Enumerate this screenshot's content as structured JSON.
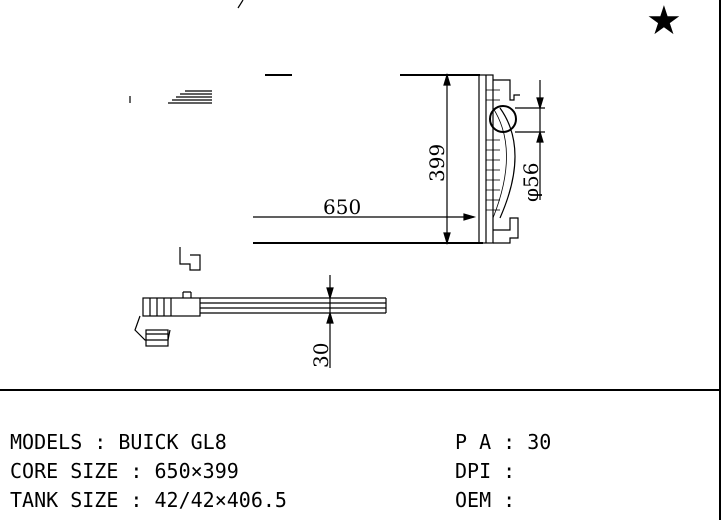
{
  "dimensions": {
    "core_width": "650",
    "core_height": "399",
    "port_diameter": "φ56",
    "thickness": "30"
  },
  "star_icon": "★",
  "specs": {
    "models": "MODELS : BUICK GL8",
    "core_size": "CORE SIZE : 650×399",
    "tank_size": "TANK SIZE : 42/42×406.5",
    "pa": "P A : 30",
    "dpi": "DPI :",
    "oem": "OEM :"
  }
}
